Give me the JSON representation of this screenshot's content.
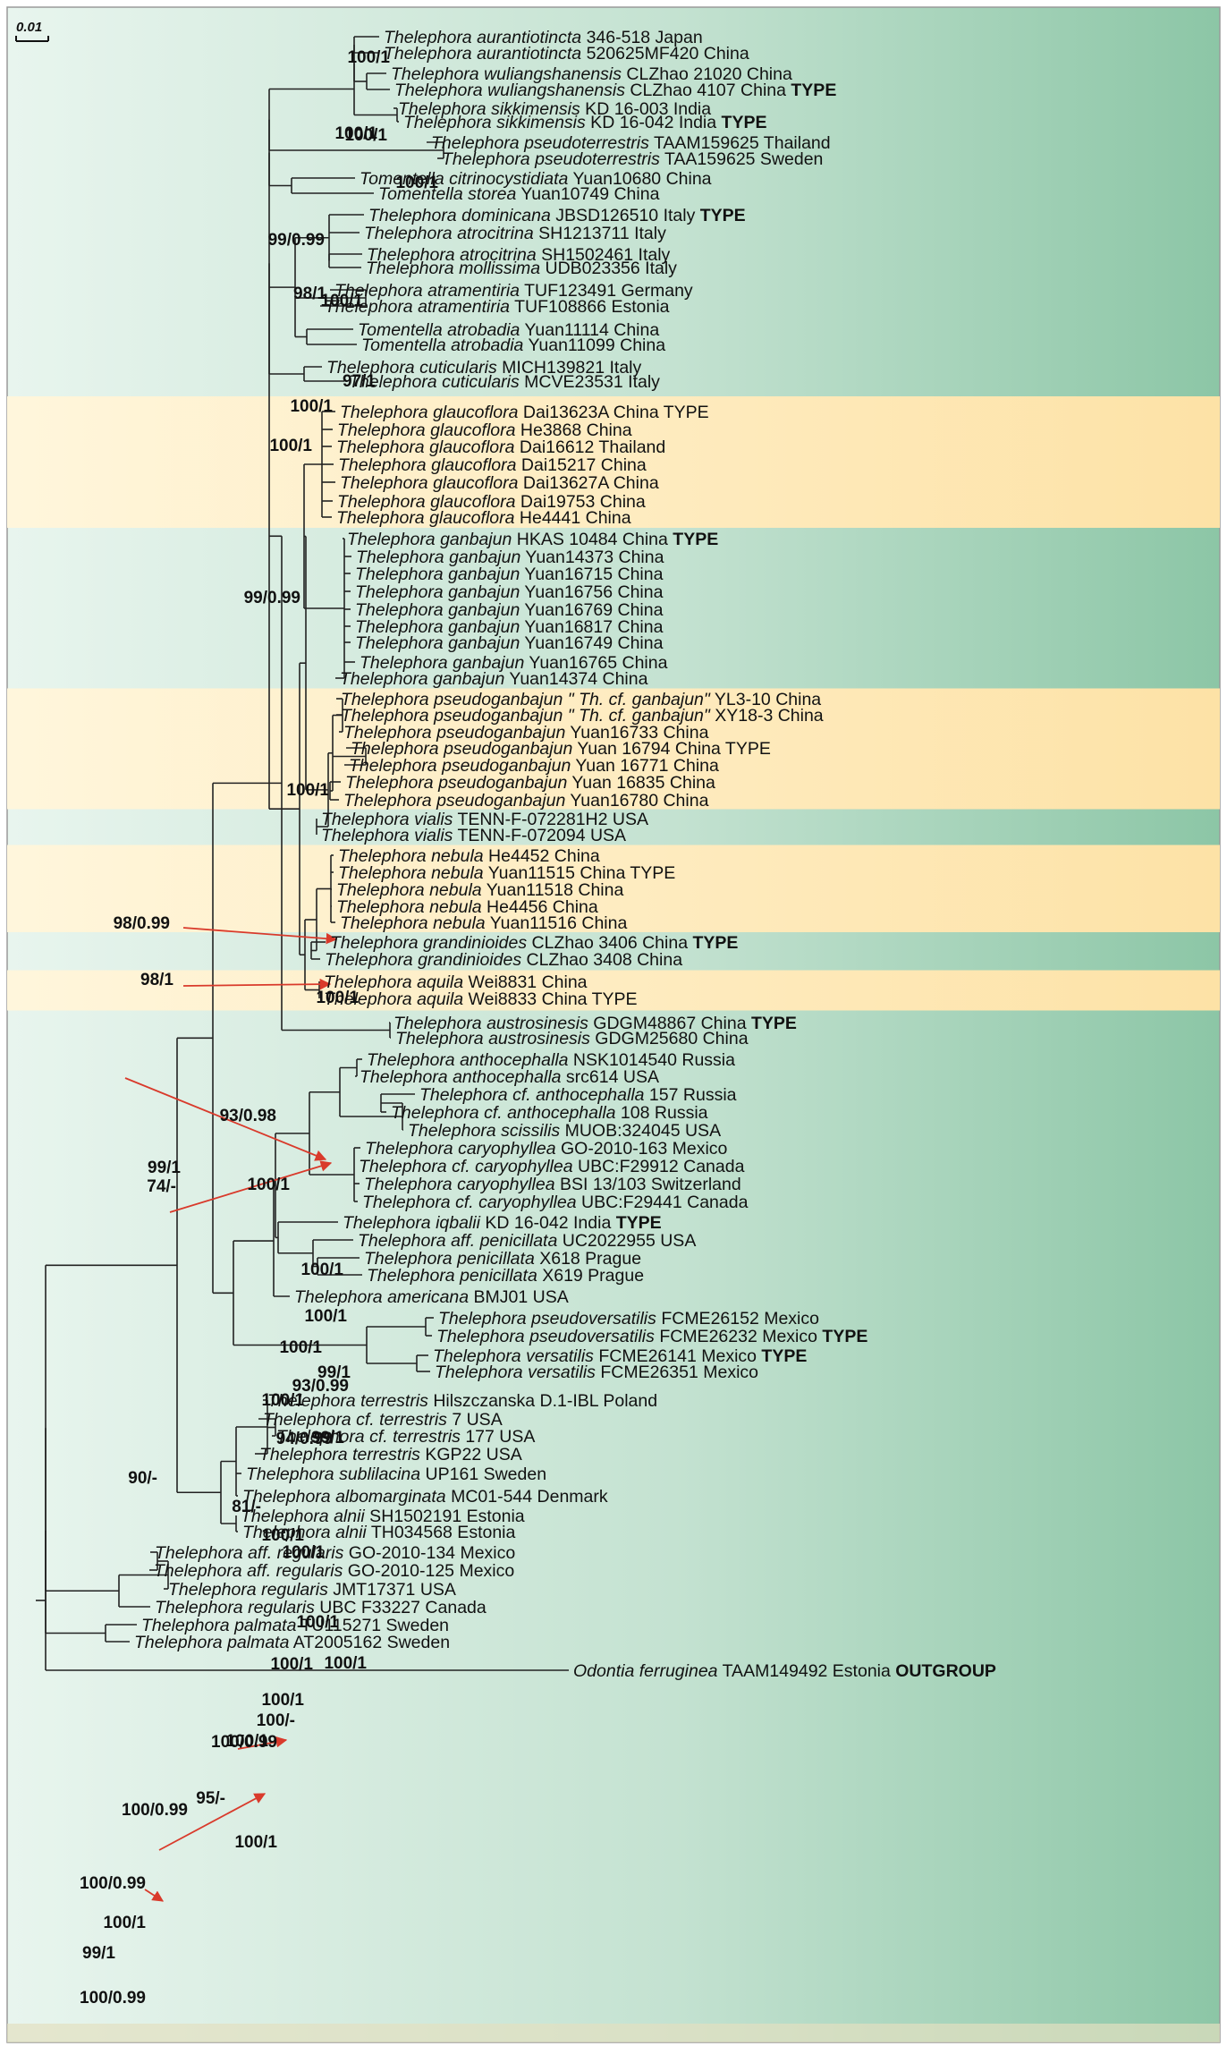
{
  "scale_label": "0.01",
  "colors": {
    "clade_highlight": "#fde7b0",
    "bg_light": "#e7f4ec",
    "bg_dark": "#8ec7a8",
    "branch": "#222222",
    "arrow": "#d93a2b"
  },
  "taxa": [
    {
      "sp": "Thelephora aurantiotincta",
      "info": " 346-518 Japan"
    },
    {
      "sp": "Thelephora aurantiotincta",
      "info": " 520625MF420 China"
    },
    {
      "sp": "Thelephora wuliangshanensis",
      "info": " CLZhao 21020 China"
    },
    {
      "sp": "Thelephora wuliangshanensis",
      "info": " CLZhao 4107 China ",
      "type": "TYPE"
    },
    {
      "sp": "Thelephora sikkimensis",
      "info": " KD 16-003 India"
    },
    {
      "sp": "Thelephora sikkimensis",
      "info": " KD 16-042 India ",
      "type": "TYPE"
    },
    {
      "sp": "Thelephora pseudoterrestris",
      "info": " TAAM159625 Thailand"
    },
    {
      "sp": "Thelephora pseudoterrestris",
      "info": " TAA159625 Sweden"
    },
    {
      "sp": "Tomentella citrinocystidiata",
      "info": " Yuan10680 China"
    },
    {
      "sp": "Tomentella storea",
      "info": " Yuan10749 China"
    },
    {
      "sp": "Thelephora dominicana",
      "info": " JBSD126510 Italy ",
      "type": "TYPE"
    },
    {
      "sp": "Thelephora atrocitrina",
      "info": " SH1213711 Italy"
    },
    {
      "sp": "Thelephora atrocitrina",
      "info": " SH1502461 Italy"
    },
    {
      "sp": "Thelephora mollissima",
      "info": " UDB023356 Italy"
    },
    {
      "sp": "Thelephora atramentiria",
      "info": " TUF123491 Germany"
    },
    {
      "sp": "Thelephora atramentiria",
      "info": " TUF108866 Estonia"
    },
    {
      "sp": "Tomentella atrobadia",
      "info": " Yuan11114 China"
    },
    {
      "sp": "Tomentella atrobadia",
      "info": " Yuan11099 China"
    },
    {
      "sp": "Thelephora cuticularis",
      "info": " MICH139821 Italy"
    },
    {
      "sp": "Thelephora cuticularis",
      "info": " MCVE23531 Italy"
    },
    {
      "sp": "Thelephora glaucoflora",
      "info": " Dai13623A China TYPE"
    },
    {
      "sp": "Thelephora glaucoflora",
      "info": " He3868 China"
    },
    {
      "sp": "Thelephora glaucoflora",
      "info": " Dai16612 Thailand"
    },
    {
      "sp": "Thelephora glaucoflora",
      "info": " Dai15217 China"
    },
    {
      "sp": "Thelephora glaucoflora",
      "info": " Dai13627A China"
    },
    {
      "sp": "Thelephora glaucoflora",
      "info": " Dai19753 China"
    },
    {
      "sp": "Thelephora glaucoflora",
      "info": " He4441 China"
    },
    {
      "sp": "Thelephora ganbajun",
      "info": " HKAS 10484 China ",
      "type": "TYPE"
    },
    {
      "sp": "Thelephora ganbajun",
      "info": " Yuan14373 China"
    },
    {
      "sp": "Thelephora ganbajun",
      "info": " Yuan16715 China"
    },
    {
      "sp": "Thelephora ganbajun",
      "info": " Yuan16756 China"
    },
    {
      "sp": "Thelephora ganbajun",
      "info": " Yuan16769 China"
    },
    {
      "sp": "Thelephora ganbajun",
      "info": " Yuan16817 China"
    },
    {
      "sp": "Thelephora ganbajun",
      "info": " Yuan16749 China"
    },
    {
      "sp": "Thelephora ganbajun",
      "info": " Yuan16765 China"
    },
    {
      "sp": "Thelephora ganbajun",
      "info": " Yuan14374 China"
    },
    {
      "sp": "Thelephora pseudoganbajun \" Th. cf. ganbajun\"",
      "info": " YL3-10 China"
    },
    {
      "sp": "Thelephora pseudoganbajun \" Th. cf. ganbajun\"",
      "info": " XY18-3 China"
    },
    {
      "sp": "Thelephora pseudoganbajun",
      "info": " Yuan16733 China"
    },
    {
      "sp": "Thelephora pseudoganbajun",
      "info": " Yuan 16794 China TYPE"
    },
    {
      "sp": "Thelephora pseudoganbajun",
      "info": " Yuan 16771 China"
    },
    {
      "sp": "Thelephora pseudoganbajun",
      "info": " Yuan 16835 China"
    },
    {
      "sp": "Thelephora pseudoganbajun",
      "info": " Yuan16780 China"
    },
    {
      "sp": "Thelephora vialis",
      "info": " TENN-F-072281H2 USA"
    },
    {
      "sp": "Thelephora vialis",
      "info": " TENN-F-072094 USA"
    },
    {
      "sp": "Thelephora nebula",
      "info": " He4452 China"
    },
    {
      "sp": "Thelephora nebula",
      "info": " Yuan11515 China TYPE"
    },
    {
      "sp": "Thelephora nebula",
      "info": " Yuan11518 China"
    },
    {
      "sp": "Thelephora nebula",
      "info": " He4456 China"
    },
    {
      "sp": "Thelephora nebula",
      "info": " Yuan11516 China"
    },
    {
      "sp": "Thelephora grandinioides",
      "info": " CLZhao 3406 China ",
      "type": "TYPE"
    },
    {
      "sp": "Thelephora grandinioides",
      "info": " CLZhao 3408 China"
    },
    {
      "sp": "Thelephora aquila",
      "info": " Wei8831 China"
    },
    {
      "sp": "Thelephora aquila",
      "info": " Wei8833 China TYPE"
    },
    {
      "sp": "Thelephora austrosinesis",
      "info": " GDGM48867 China ",
      "type": "TYPE"
    },
    {
      "sp": "Thelephora austrosinesis",
      "info": " GDGM25680 China"
    },
    {
      "sp": "Thelephora anthocephalla",
      "info": " NSK1014540 Russia"
    },
    {
      "sp": "Thelephora anthocephalla",
      "info": " src614 USA"
    },
    {
      "sp": "Thelephora cf. anthocephalla",
      "info": " 157 Russia"
    },
    {
      "sp": "Thelephora cf. anthocephalla",
      "info": " 108 Russia"
    },
    {
      "sp": "Thelephora scissilis",
      "info": " MUOB:324045 USA"
    },
    {
      "sp": "Thelephora caryophyllea",
      "info": " GO-2010-163 Mexico"
    },
    {
      "sp": "Thelephora cf. caryophyllea",
      "info": " UBC:F29912 Canada"
    },
    {
      "sp": "Thelephora caryophyllea",
      "info": " BSI 13/103 Switzerland"
    },
    {
      "sp": "Thelephora cf. caryophyllea",
      "info": " UBC:F29441 Canada"
    },
    {
      "sp": "Thelephora iqbalii",
      "info": " KD 16-042 India ",
      "type": "TYPE"
    },
    {
      "sp": "Thelephora aff. penicillata",
      "info": " UC2022955 USA"
    },
    {
      "sp": "Thelephora penicillata",
      "info": " X618 Prague"
    },
    {
      "sp": "Thelephora penicillata",
      "info": " X619 Prague"
    },
    {
      "sp": "Thelephora americana",
      "info": " BMJ01 USA"
    },
    {
      "sp": "Thelephora pseudoversatilis",
      "info": " FCME26152 Mexico"
    },
    {
      "sp": "Thelephora pseudoversatilis",
      "info": " FCME26232 Mexico ",
      "type": "TYPE"
    },
    {
      "sp": "Thelephora versatilis",
      "info": " FCME26141 Mexico ",
      "type": "TYPE"
    },
    {
      "sp": "Thelephora versatilis",
      "info": " FCME26351 Mexico"
    },
    {
      "sp": "Thelephora terrestris",
      "info": " Hilszczanska D.1-IBL Poland"
    },
    {
      "sp": "Thelephora cf. terrestris",
      "info": " 7 USA"
    },
    {
      "sp": "Thelephora cf. terrestris",
      "info": " 177 USA"
    },
    {
      "sp": "Thelephora terrestris",
      "info": " KGP22 USA"
    },
    {
      "sp": "Thelephora sublilacina",
      "info": " UP161 Sweden"
    },
    {
      "sp": "Thelephora albomarginata",
      "info": " MC01-544 Denmark"
    },
    {
      "sp": "Thelephora alnii",
      "info": " SH1502191 Estonia"
    },
    {
      "sp": "Thelephora alnii",
      "info": " TH034568 Estonia"
    },
    {
      "sp": "Thelephora aff. regularis",
      "info": " GO-2010-134 Mexico"
    },
    {
      "sp": "Thelephora aff. regularis",
      "info": " GO-2010-125 Mexico"
    },
    {
      "sp": "Thelephora regularis",
      "info": " JMT17371 USA"
    },
    {
      "sp": "Thelephora regularis",
      "info": " UBC F33227 Canada"
    },
    {
      "sp": "Thelephora palmata",
      "info": " TU115271 Sweden"
    },
    {
      "sp": "Thelephora palmata",
      "info": " AT2005162 Sweden"
    },
    {
      "sp": "Odontia ferruginea",
      "info": " TAAM149492 Estonia ",
      "type": "OUTGROUP"
    }
  ],
  "support_labels": [
    "100/1",
    "100/1",
    "100/1",
    "100/1",
    "99/0.99",
    "98/1",
    "100/1",
    "97/1",
    "100/1",
    "100/1",
    "99/0.99",
    "100/1",
    "98/0.99",
    "98/1",
    "100/1",
    "100/1",
    "93/0.98",
    "99/1",
    "74/-",
    "100/1",
    "100/1",
    "100/1",
    "99/1",
    "93/0.99",
    "100/1",
    "99/1",
    "94/0.99",
    "81/-",
    "100/1",
    "100/1",
    "100/1",
    "100/1",
    "100/1",
    "100/1",
    "100/-",
    "100/0.99",
    "100/1",
    "95/-",
    "100/0.99",
    "100/1",
    "100/0.99",
    "100/1",
    "99/1",
    "100/0.99",
    "90/-"
  ]
}
